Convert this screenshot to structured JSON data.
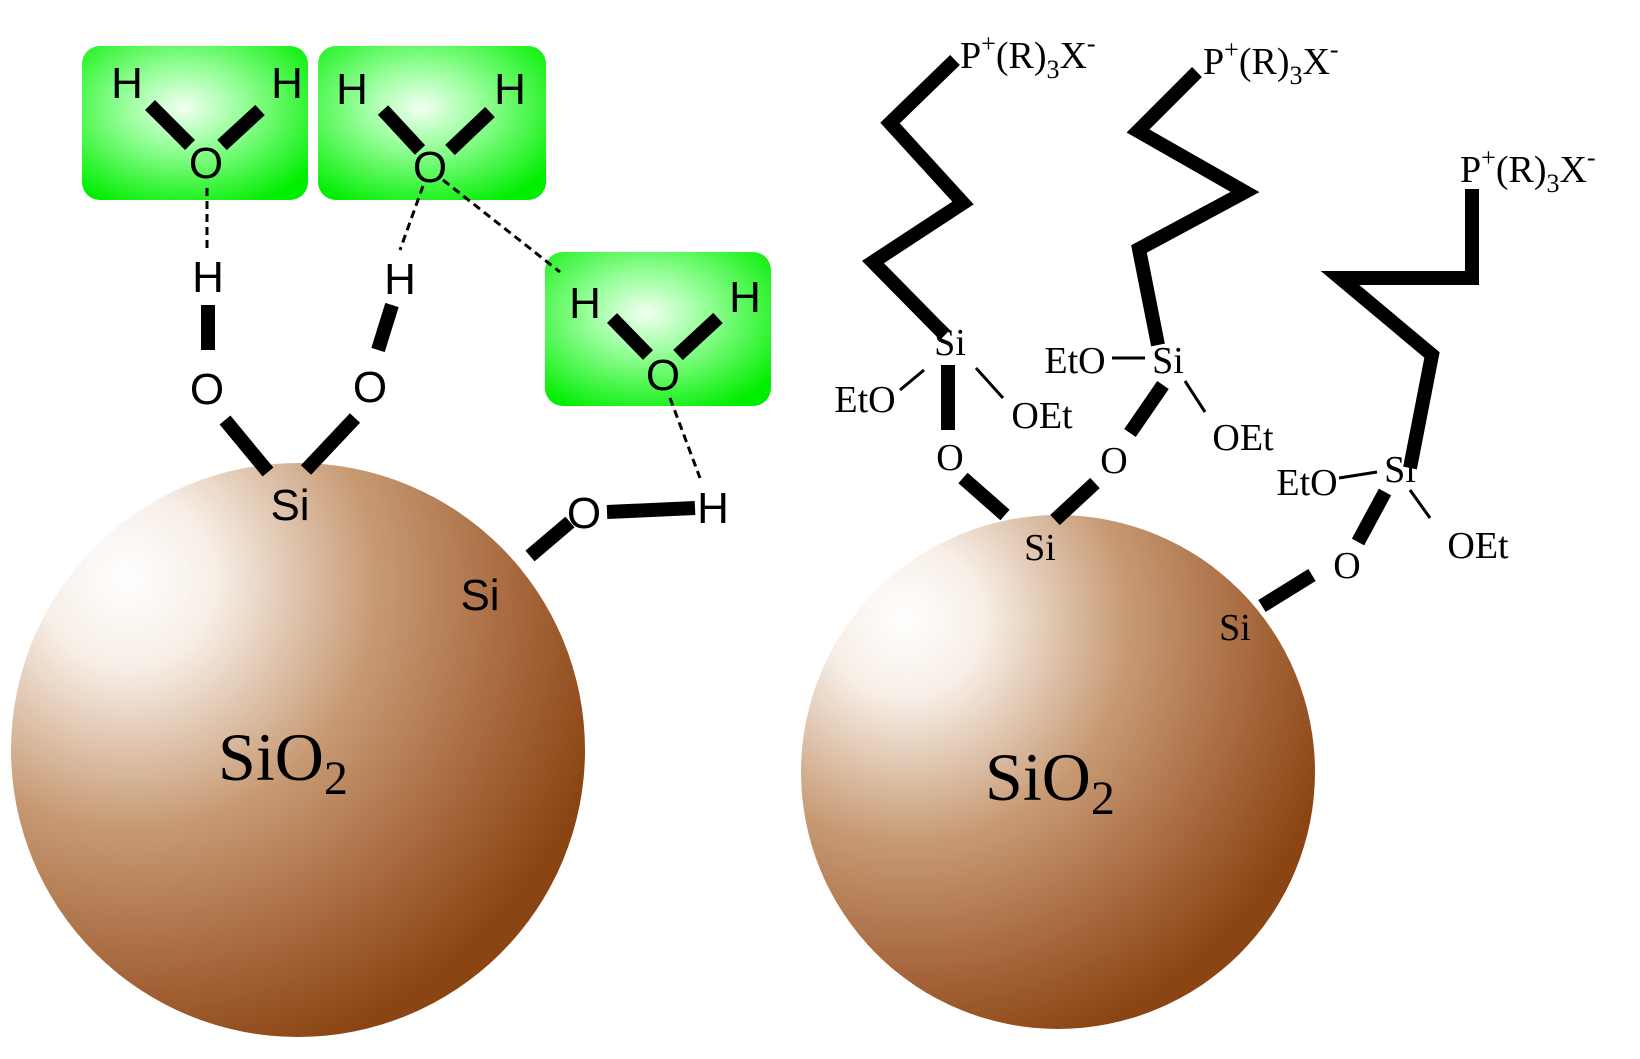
{
  "colors": {
    "particle_highlight": "#ffffff",
    "particle_mid": "#c79a74",
    "particle_edge": "#8b4513",
    "water_box_light": "#eaffea",
    "water_box_fill": "#00ff00",
    "bond": "#000000"
  },
  "left_panel": {
    "particle_label": {
      "main": "SiO",
      "sub": "2"
    },
    "surface_atoms": {
      "si_top": "Si",
      "si_side": "Si"
    },
    "silanol_groups": [
      {
        "o": "O",
        "h": "H"
      },
      {
        "o": "O",
        "h": "H"
      },
      {
        "o": "O",
        "h": "H"
      }
    ],
    "water_molecules": [
      {
        "h_left": "H",
        "o": "O",
        "h_right": "H"
      },
      {
        "h_left": "H",
        "o": "O",
        "h_right": "H"
      },
      {
        "h_left": "H",
        "o": "O",
        "h_right": "H"
      }
    ]
  },
  "right_panel": {
    "particle_label": {
      "main": "SiO",
      "sub": "2"
    },
    "surface_atoms": {
      "si_top": "Si",
      "si_side": "Si"
    },
    "silane_units": [
      {
        "si": "Si",
        "eto": "EtO",
        "oet": "OEt",
        "bridge_o": "O",
        "head": {
          "p": "P",
          "p_charge": "+",
          "r": "(R)",
          "r_sub": "3",
          "x": "X",
          "x_charge": "-"
        }
      },
      {
        "si": "Si",
        "eto": "EtO",
        "oet": "OEt",
        "bridge_o": "O",
        "head": {
          "p": "P",
          "p_charge": "+",
          "r": "(R)",
          "r_sub": "3",
          "x": "X",
          "x_charge": "-"
        }
      },
      {
        "si": "Si",
        "eto": "EtO",
        "oet": "OEt",
        "bridge_o": "O",
        "head": {
          "p": "P",
          "p_charge": "+",
          "r": "(R)",
          "r_sub": "3",
          "x": "X",
          "x_charge": "-"
        }
      }
    ]
  }
}
